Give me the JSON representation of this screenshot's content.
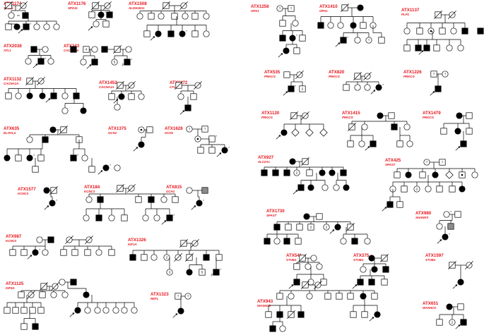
{
  "figure": {
    "families": [
      {
        "id": "ATX1174",
        "gene": "SPG11"
      },
      {
        "id": "ATX1176",
        "gene": "SPG11"
      },
      {
        "id": "ATX1508",
        "gene": "ALDH18A1"
      },
      {
        "id": "ATX2038",
        "gene": "ATL1"
      },
      {
        "id": "ATX243",
        "gene": "CACNA1A"
      },
      {
        "id": "ATX1132",
        "gene": "CACNA1A"
      },
      {
        "id": "ATX1452",
        "gene": "CACNA1A"
      },
      {
        "id": "ATX1172",
        "gene": "CTLA1"
      },
      {
        "id": "ATX635",
        "gene": "ELOVL4"
      },
      {
        "id": "ATX1375",
        "gene": "GCH1"
      },
      {
        "id": "ATX1628",
        "gene": "GCH1"
      },
      {
        "id": "ATX1577",
        "gene": "KCNC3"
      },
      {
        "id": "ATX184",
        "gene": "KCNC3"
      },
      {
        "id": "ATX815",
        "gene": "GCH1"
      },
      {
        "id": "ATX987",
        "gene": "KCNC3"
      },
      {
        "id": "ATX1326",
        "gene": "KIF1A"
      },
      {
        "id": "ATX1125",
        "gene": "KIF5A"
      },
      {
        "id": "ATX1323",
        "gene": "NEFL"
      },
      {
        "id": "ATX1256",
        "gene": "OPA1"
      },
      {
        "id": "ATX1410",
        "gene": "OPA1"
      },
      {
        "id": "ATX1137",
        "gene": "PLP1"
      },
      {
        "id": "ATX535",
        "gene": "PRKCG"
      },
      {
        "id": "ATX820",
        "gene": "PRKCG"
      },
      {
        "id": "ATX1226",
        "gene": "PRKCG"
      },
      {
        "id": "ATX1120",
        "gene": "PRKCG"
      },
      {
        "id": "ATX1415",
        "gene": "PRKCG"
      },
      {
        "id": "ATX1479",
        "gene": "PRKCG"
      },
      {
        "id": "ATX927",
        "gene": "SLC2A1"
      },
      {
        "id": "ATX425",
        "gene": "SPAST"
      },
      {
        "id": "ATX1730",
        "gene": "SPAST"
      },
      {
        "id": "ATX980",
        "gene": "SHANK3"
      },
      {
        "id": "ATX541",
        "gene": "STUB1"
      },
      {
        "id": "ATX375",
        "gene": "STUB1"
      },
      {
        "id": "ATX1597",
        "gene": "STUB1"
      },
      {
        "id": "ATX943",
        "gene": "WASHC5"
      },
      {
        "id": "ATX651",
        "gene": "WASHC5"
      }
    ],
    "symbol_texts": [
      "?",
      "2",
      "3",
      "4",
      "5",
      "P"
    ],
    "colors": {
      "label": "#e8141b",
      "line": "#000000",
      "affected": "#000000",
      "carrier_grey": "#8c8c8c"
    }
  }
}
